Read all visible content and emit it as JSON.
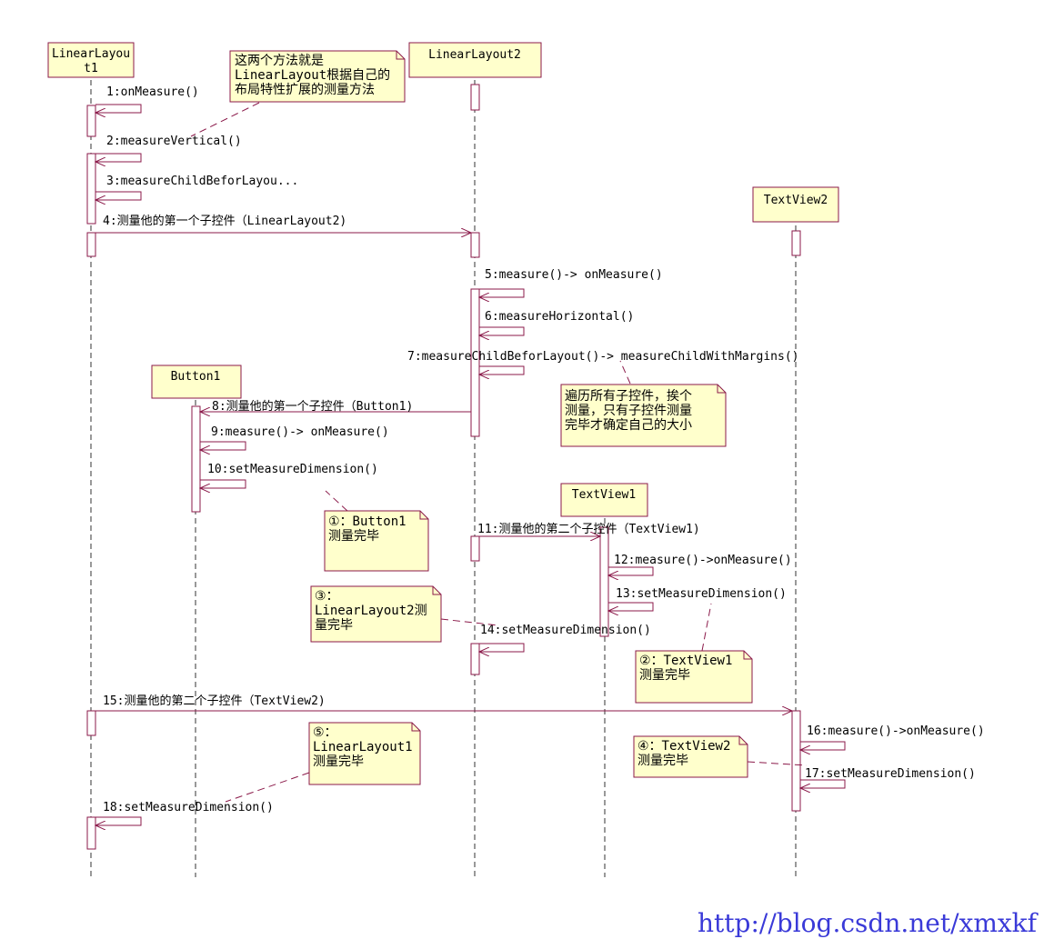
{
  "participants": {
    "ll1": [
      "LinearLayou",
      "t1"
    ],
    "ll2": [
      "LinearLayout2"
    ],
    "tv2": [
      "TextView2"
    ],
    "btn1": [
      "Button1"
    ],
    "tv1": [
      "TextView1"
    ]
  },
  "messages": {
    "m1": "1:onMeasure()",
    "m2": "2:measureVertical()",
    "m3": "3:measureChildBeforLayou...",
    "m4": "4:测量他的第一个子控件（LinearLayout2)",
    "m5": "5:measure()-> onMeasure()",
    "m6": "6:measureHorizontal()",
    "m7": "7:measureChildBeforLayout()-> measureChildWithMargins()",
    "m8": "8:测量他的第一个子控件（Button1)",
    "m9": "9:measure()-> onMeasure()",
    "m10": "10:setMeasureDimension()",
    "m11": "11:测量他的第二个子控件（TextView1)",
    "m12": "12:measure()->onMeasure()",
    "m13": "13:setMeasureDimension()",
    "m14": "14:setMeasureDimension()",
    "m15": "15:测量他的第二个子控件（TextView2)",
    "m16": "16:measure()->onMeasure()",
    "m17": "17:setMeasureDimension()",
    "m18": "18:setMeasureDimension()"
  },
  "notes": {
    "n_top": [
      "这两个方法就是",
      "LinearLayout根据自己的",
      "布局特性扩展的测量方法"
    ],
    "n_traverse": [
      "遍历所有子控件，挨个",
      "测量，只有子控件测量",
      "完毕才确定自己的大小"
    ],
    "n1": [
      "①：Button1",
      "测量完毕"
    ],
    "n2": [
      "②：TextView1",
      "测量完毕"
    ],
    "n3": [
      "③：",
      "LinearLayout2测",
      "量完毕"
    ],
    "n4": [
      "④：TextView2",
      "测量完毕"
    ],
    "n5": [
      "⑤：",
      "LinearLayout1",
      "测量完毕"
    ]
  },
  "watermark": "http://blog.csdn.net/xmxkf",
  "colors": {
    "line": "#8b1a4a",
    "note_fill": "#ffffcc",
    "note_border": "#8b1a4a",
    "watermark": "#3a3ad8"
  }
}
